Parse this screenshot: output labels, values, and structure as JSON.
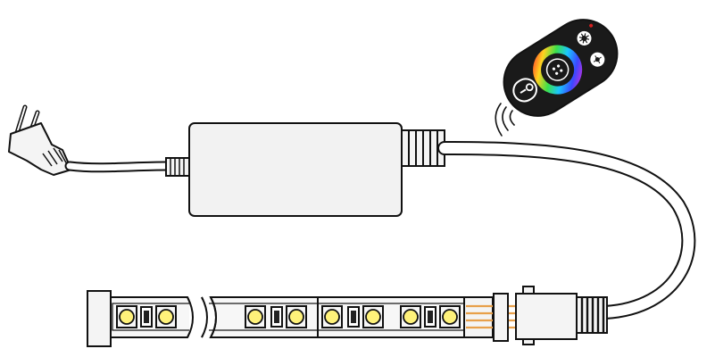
{
  "diagram": {
    "components": [
      {
        "id": "plug",
        "icon": "eu-plug-icon"
      },
      {
        "id": "power-adapter",
        "icon": "adapter-box-icon"
      },
      {
        "id": "rf-touch-remote",
        "icon": "rgb-color-wheel-remote-icon"
      },
      {
        "id": "rgb-led-strip",
        "icon": "led-strip-icon"
      },
      {
        "id": "strip-connector",
        "icon": "four-pin-connector-icon"
      }
    ],
    "remote_buttons": [
      {
        "id": "brightness",
        "icon": "sun-icon"
      },
      {
        "id": "mode",
        "icon": "dots-icon"
      },
      {
        "id": "power",
        "icon": "power-toggle-icon"
      }
    ],
    "colors": {
      "line": "#111111",
      "adapter_fill": "#f2f2f2",
      "remote_body": "#1a1a1a",
      "led_yellow": "#fff27a",
      "pin_orange": "#e8a04a",
      "remote_indicator": "#d62020"
    },
    "led_count": 8
  }
}
